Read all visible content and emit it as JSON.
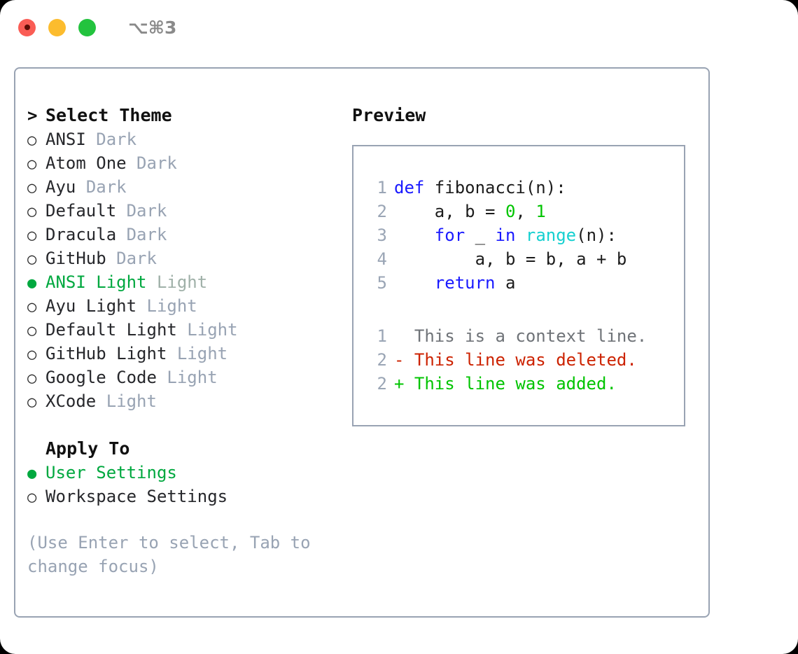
{
  "titlebar": {
    "shortcut": "⌥⌘3",
    "lights": [
      {
        "name": "close",
        "color": "#fa5d55"
      },
      {
        "name": "minimize",
        "color": "#fcbc2e"
      },
      {
        "name": "zoom",
        "color": "#23c33e"
      }
    ]
  },
  "theme_section": {
    "caret": ">",
    "heading": "Select Theme",
    "items": [
      {
        "bullet": "○",
        "label": "ANSI",
        "tag": "Dark",
        "selected": false
      },
      {
        "bullet": "○",
        "label": "Atom One",
        "tag": "Dark",
        "selected": false
      },
      {
        "bullet": "○",
        "label": "Ayu",
        "tag": "Dark",
        "selected": false
      },
      {
        "bullet": "○",
        "label": "Default",
        "tag": "Dark",
        "selected": false
      },
      {
        "bullet": "○",
        "label": "Dracula",
        "tag": "Dark",
        "selected": false
      },
      {
        "bullet": "○",
        "label": "GitHub",
        "tag": "Dark",
        "selected": false
      },
      {
        "bullet": "●",
        "label": "ANSI Light",
        "tag": "Light",
        "selected": true
      },
      {
        "bullet": "○",
        "label": "Ayu Light",
        "tag": "Light",
        "selected": false
      },
      {
        "bullet": "○",
        "label": "Default Light",
        "tag": "Light",
        "selected": false
      },
      {
        "bullet": "○",
        "label": "GitHub Light",
        "tag": "Light",
        "selected": false
      },
      {
        "bullet": "○",
        "label": "Google Code",
        "tag": "Light",
        "selected": false
      },
      {
        "bullet": "○",
        "label": "XCode",
        "tag": "Light",
        "selected": false
      }
    ]
  },
  "apply_section": {
    "heading": "Apply To",
    "items": [
      {
        "bullet": "●",
        "label": "User Settings",
        "selected": true
      },
      {
        "bullet": "○",
        "label": "Workspace Settings",
        "selected": false
      }
    ]
  },
  "hint": "(Use Enter to select, Tab to change focus)",
  "preview": {
    "title": "Preview",
    "code_lines": [
      {
        "no": "1",
        "tokens": [
          {
            "t": "def",
            "c": "kw"
          },
          {
            "t": " fibonacci(n):",
            "c": "pl"
          }
        ]
      },
      {
        "no": "2",
        "tokens": [
          {
            "t": "    a, b = ",
            "c": "pl"
          },
          {
            "t": "0",
            "c": "num"
          },
          {
            "t": ", ",
            "c": "pl"
          },
          {
            "t": "1",
            "c": "num"
          }
        ]
      },
      {
        "no": "3",
        "tokens": [
          {
            "t": "    ",
            "c": "pl"
          },
          {
            "t": "for",
            "c": "kw"
          },
          {
            "t": " _ ",
            "c": "pl"
          },
          {
            "t": "in",
            "c": "kw"
          },
          {
            "t": " ",
            "c": "pl"
          },
          {
            "t": "range",
            "c": "fn"
          },
          {
            "t": "(n):",
            "c": "pl"
          }
        ]
      },
      {
        "no": "4",
        "tokens": [
          {
            "t": "        a, b = b, a + b",
            "c": "pl"
          }
        ]
      },
      {
        "no": "5",
        "tokens": [
          {
            "t": "    ",
            "c": "pl"
          },
          {
            "t": "return",
            "c": "kw"
          },
          {
            "t": " a",
            "c": "pl"
          }
        ]
      }
    ],
    "diff_lines": [
      {
        "no": "1",
        "marker": " ",
        "text": " This is a context line.",
        "kind": "ctx"
      },
      {
        "no": "2",
        "marker": "-",
        "text": " This line was deleted.",
        "kind": "del"
      },
      {
        "no": "2",
        "marker": "+",
        "text": " This line was added.",
        "kind": "add"
      }
    ]
  },
  "colors": {
    "accent_green": "#00a83f",
    "diff_added": "#00c400",
    "diff_deleted": "#cc2200",
    "keyword_blue": "#1a1aff",
    "function_cyan": "#16d0d0",
    "muted_gray": "#98a3b3",
    "border": "#99a3b3"
  }
}
